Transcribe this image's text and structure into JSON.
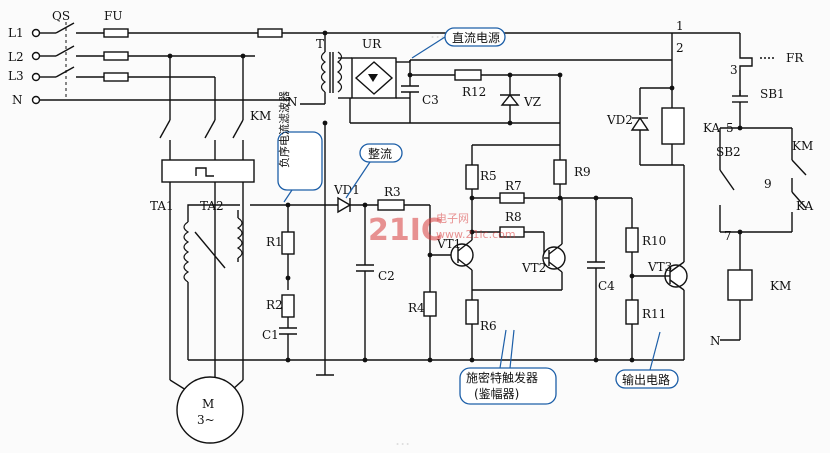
{
  "labels": {
    "L1": "L1",
    "L2": "L2",
    "L3": "L3",
    "N_in": "N",
    "QS": "QS",
    "FU": "FU",
    "KM_main": "KM",
    "T": "T",
    "UR": "UR",
    "N_t": "N",
    "FR": "FR",
    "SB1": "SB1",
    "SB2": "SB2",
    "KM_hold": "KM",
    "KA_contact": "KA",
    "KA_coil": "KA",
    "KM_coil": "KM",
    "N_ctrl": "N",
    "node1": "1",
    "node2": "2",
    "node3": "3",
    "node5": "5",
    "node7": "7",
    "node9": "9",
    "VD2": "VD2",
    "C3": "C3",
    "R12": "R12",
    "VZ": "VZ",
    "TA1": "TA1",
    "TA2": "TA2",
    "R1": "R1",
    "R2": "R2",
    "C1": "C1",
    "VD1": "VD1",
    "R3": "R3",
    "C2": "C2",
    "R4": "R4",
    "R5": "R5",
    "R6": "R6",
    "R7": "R7",
    "R8": "R8",
    "R9": "R9",
    "VT1": "VT1",
    "VT2": "VT2",
    "C4": "C4",
    "R10": "R10",
    "R11": "R11",
    "VT3": "VT3",
    "motor_M": "M",
    "motor_phase": "3~"
  },
  "annotations": {
    "dc_supply": "直流电源",
    "rectifier": "整流",
    "filter": "负序电流滤波器",
    "trigger": "施密特触发器",
    "trigger_sub": "(鉴幅器)",
    "output": "输出电路"
  },
  "watermark": {
    "brand": "21IC",
    "brand_cn": "电子网",
    "url": "www.21ic.com"
  }
}
